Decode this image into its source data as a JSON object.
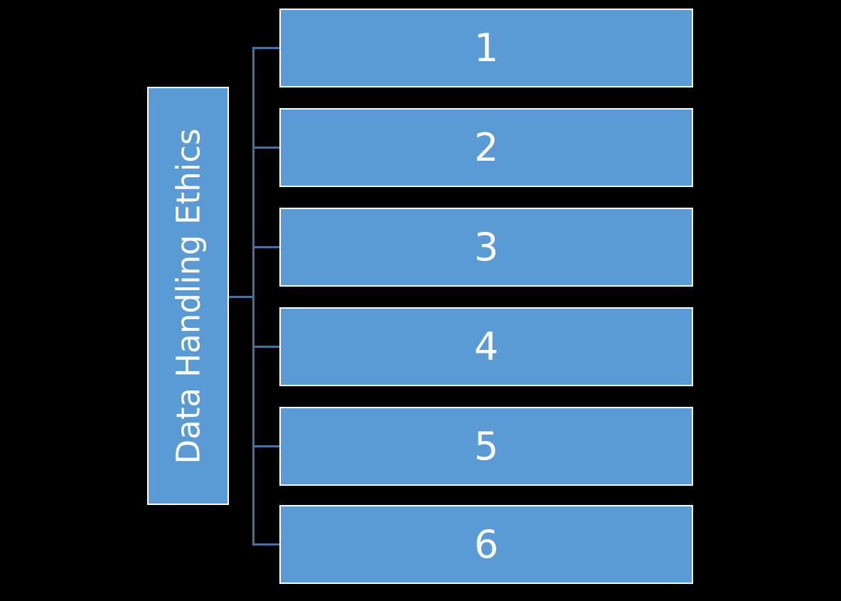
{
  "diagram": {
    "type": "hierarchy",
    "root": {
      "label": "Data Handling Ethics"
    },
    "children": [
      {
        "label": "1"
      },
      {
        "label": "2"
      },
      {
        "label": "3"
      },
      {
        "label": "4"
      },
      {
        "label": "5"
      },
      {
        "label": "6"
      }
    ]
  },
  "colors": {
    "background": "#000000",
    "box_fill": "#5B9BD5",
    "box_border": "#FFFFFF",
    "connector": "#44719E",
    "text": "#FFFFFF"
  }
}
